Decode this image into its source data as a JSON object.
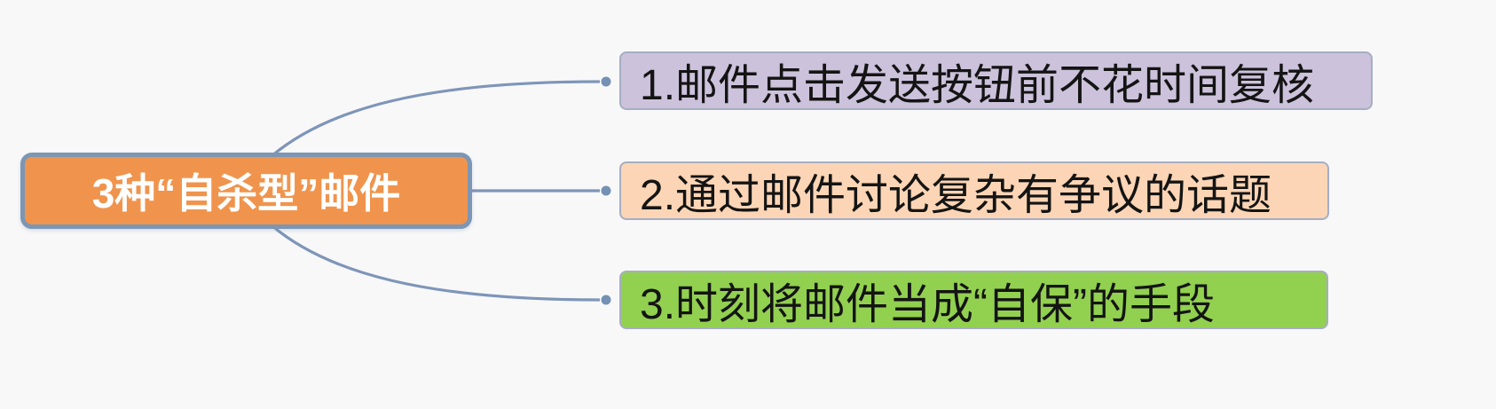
{
  "canvas": {
    "background": "#F8F8F9"
  },
  "mindmap": {
    "root": {
      "label": "3种“自杀型”邮件",
      "fill": "#F0944D",
      "border_color": "#7C96B4",
      "text_color": "#FFFFFF"
    },
    "branches": [
      {
        "label": "1.邮件点击发送按钮前不花时间复核",
        "fill": "#CCC2DB"
      },
      {
        "label": "2.通过邮件讨论复杂有争议的话题",
        "fill": "#FBD5B5"
      },
      {
        "label": "3.时刻将邮件当成“自保”的手段",
        "fill": "#92D050"
      }
    ],
    "connector": {
      "color": "#7E95B8",
      "dot_color": "#7490B4"
    }
  }
}
